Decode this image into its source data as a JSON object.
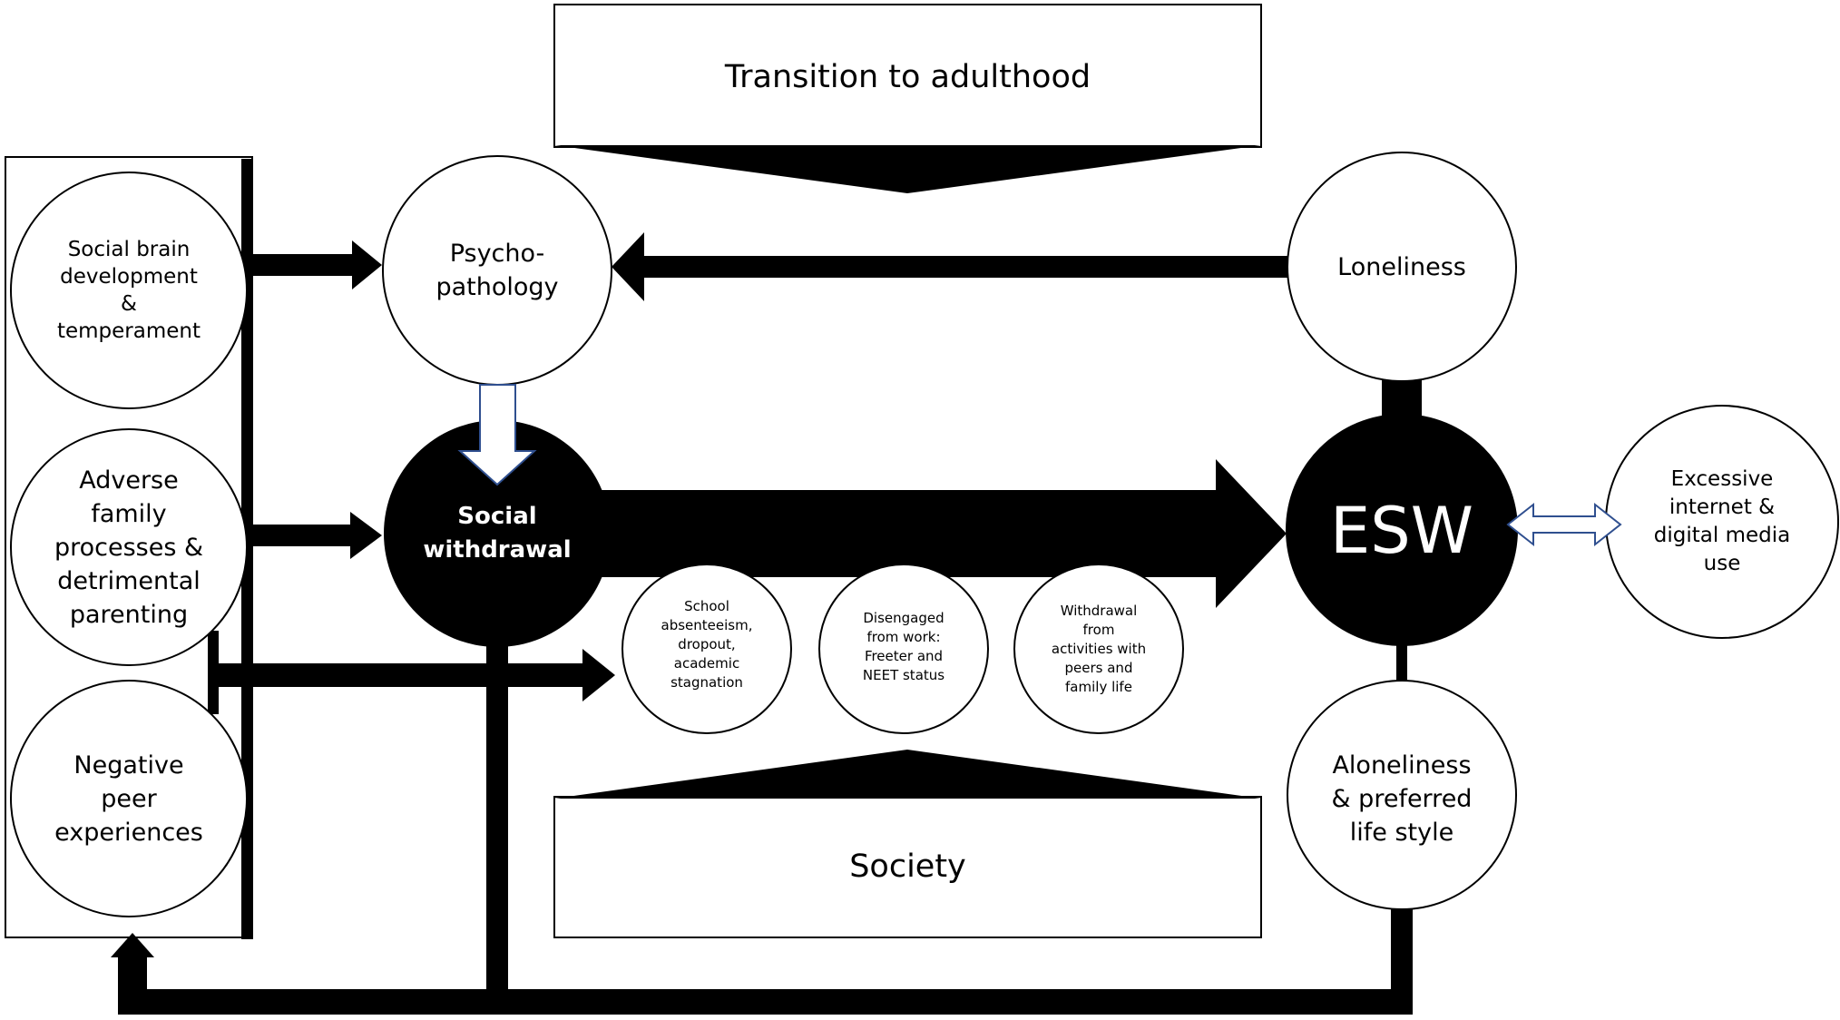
{
  "nodes": {
    "transition": "Transition to adulthood",
    "society": "Society",
    "social_brain": "Social brain\ndevelopment\n&\ntemperament",
    "adverse_family": "Adverse\nfamily\nprocesses &\ndetrimental\nparenting",
    "negative_peer": "Negative\npeer\nexperiences",
    "psychopathology": "Psycho-\npathology",
    "social_withdrawal": "Social\nwithdrawal",
    "school": "School\nabsenteeism,\ndropout,\nacademic\nstagnation",
    "work": "Disengaged\nfrom work:\nFreeter and\nNEET status",
    "activities": "Withdrawal\nfrom\nactivities with\npeers and\nfamily life",
    "esw": "ESW",
    "loneliness": "Loneliness",
    "aloneliness": "Aloneliness\n& preferred\nlife style",
    "internet": "Excessive\ninternet &\ndigital media\nuse"
  },
  "colors": {
    "ink": "#000000",
    "paper": "#ffffff",
    "hollow_arrow_stroke": "#2f4f8f"
  }
}
